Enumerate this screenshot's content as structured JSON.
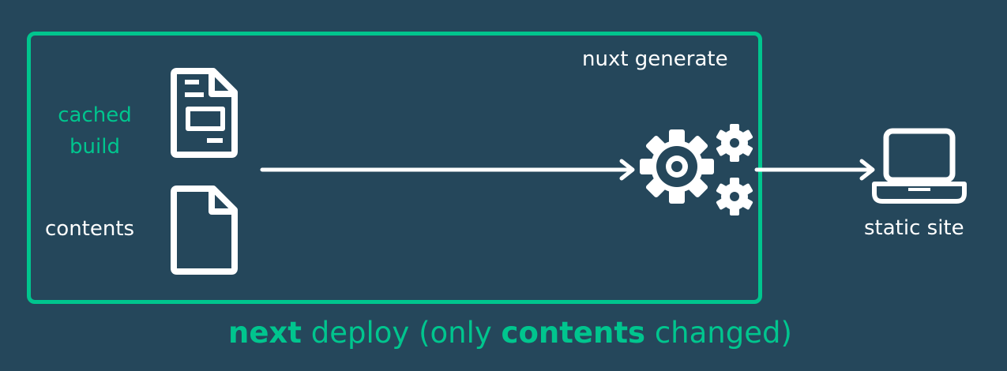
{
  "process": {
    "label": "nuxt generate",
    "icon": "gears-icon"
  },
  "inputs": {
    "cached_build": {
      "line1": "cached",
      "line2": "build",
      "icon": "document-icon"
    },
    "contents": {
      "label": "contents",
      "icon": "file-icon"
    }
  },
  "output": {
    "label": "static site",
    "icon": "laptop-icon"
  },
  "caption": {
    "part1": "next",
    "part2": " deploy (only ",
    "part3": "contents",
    "part4": " changed)"
  },
  "colors": {
    "background": "#25475B",
    "accent": "#00C58E",
    "foreground": "#FFFFFF"
  }
}
